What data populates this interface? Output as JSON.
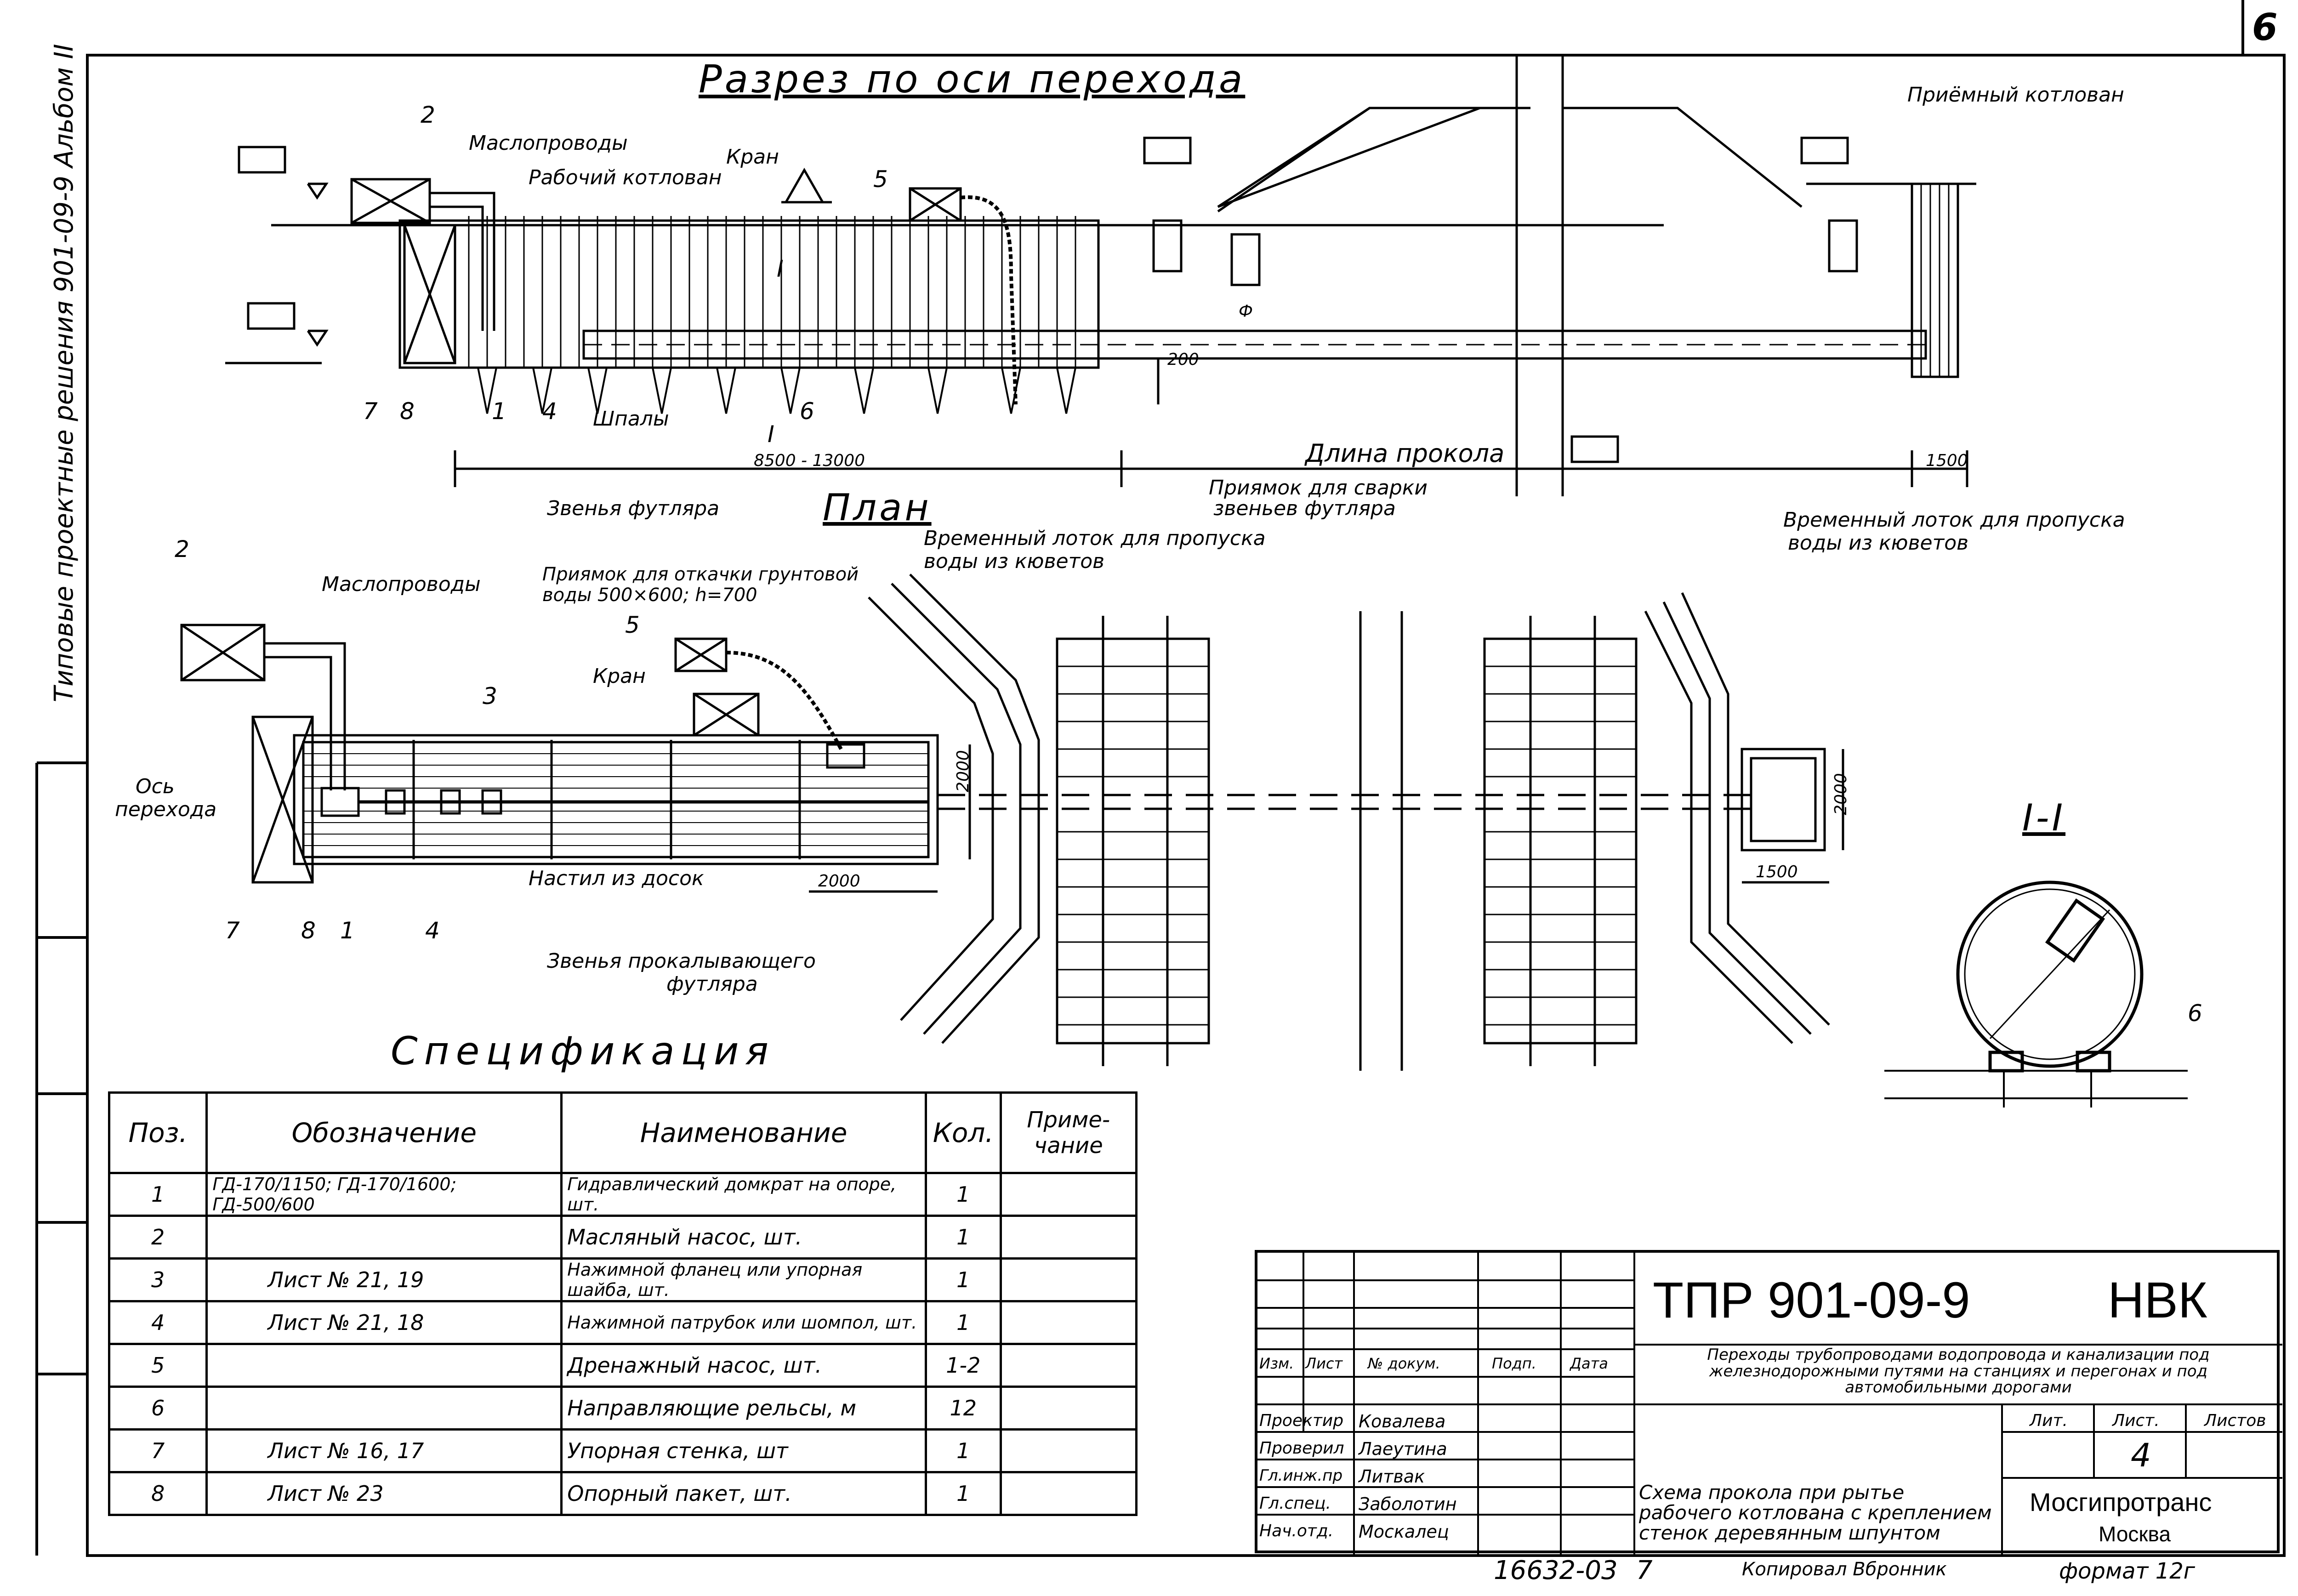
{
  "sheet_corner_number": "6",
  "side_strip": {
    "album_text": "Типовые проектные решения 901-09-9 Альбом II"
  },
  "section": {
    "title": "Разрез по оси перехода",
    "labels": {
      "maslo": "Маслопроводы",
      "work_pit": "Рабочий котлован",
      "kran": "Кран",
      "shpaly": "Шпалы",
      "receive_pit": "Приёмный котлован",
      "length": "Длина прокола",
      "dim_left": "8500 - 13000",
      "dim_right": "1500",
      "dim_200": "200",
      "casing_links": "Звенья футляра",
      "weld_pit_1": "Приямок для сварки",
      "weld_pit_2": "звеньев футляра",
      "phi": "Ф"
    },
    "callouts": [
      "2",
      "5",
      "7",
      "8",
      "1",
      "4",
      "6",
      "I",
      "I"
    ]
  },
  "plan": {
    "title": "План",
    "labels": {
      "tray_left_1": "Временный лоток для пропуска",
      "tray_left_2": "воды из кюветов",
      "tray_right_1": "Временный лоток для пропуска",
      "tray_right_2": "воды из кюветов",
      "maslo": "Маслопроводы",
      "drain_pit_1": "Приямок для откачки грунтовой",
      "drain_pit_2": "воды 500×600; h=700",
      "kran": "Кран",
      "axis_1": "Ось",
      "axis_2": "перехода",
      "deck": "Настил из досок",
      "pierce_links_1": "Звенья прокалывающего",
      "pierce_links_2": "футляра",
      "dim_2000_a": "2000",
      "dim_2000_b": "2000",
      "dim_2000_c": "2000",
      "dim_1500": "1500"
    },
    "callouts": [
      "2",
      "5",
      "3",
      "7",
      "8",
      "1",
      "4"
    ]
  },
  "section_I": {
    "title": "I-I",
    "callout": "6"
  },
  "specification": {
    "title": "Спецификация",
    "headers": [
      "Поз.",
      "Обозначение",
      "Наименование",
      "Кол.",
      "Приме-чание"
    ],
    "rows": [
      [
        "1",
        "ГД-170/1150; ГД-170/1600; ГД-500/600",
        "Гидравлический домкрат на опоре, шт.",
        "1",
        ""
      ],
      [
        "2",
        "",
        "Масляный насос, шт.",
        "1",
        ""
      ],
      [
        "3",
        "Лист № 21, 19",
        "Нажимной фланец или упорная шайба, шт.",
        "1",
        ""
      ],
      [
        "4",
        "Лист № 21, 18",
        "Нажимной патрубок или шомпол, шт.",
        "1",
        ""
      ],
      [
        "5",
        "",
        "Дренажный насос, шт.",
        "1-2",
        ""
      ],
      [
        "6",
        "",
        "Направляющие рельсы, м",
        "12",
        ""
      ],
      [
        "7",
        "Лист № 16, 17",
        "Упорная стенка, шт",
        "1",
        ""
      ],
      [
        "8",
        "Лист № 23",
        "Опорный пакет, шт.",
        "1",
        ""
      ]
    ]
  },
  "title_block": {
    "code": "ТПР 901-09-9",
    "section_code": "НВК",
    "description": "Переходы трубопроводами водопровода и канализации под железнодорожными путями на станциях и перегонах и под автомобильными дорогами",
    "headers": [
      "Изм.",
      "Лист",
      "№ докум.",
      "Подп.",
      "Дата"
    ],
    "staff": [
      {
        "role": "Проектир",
        "name": "Ковалева"
      },
      {
        "role": "Проверил",
        "name": "Лаеутина"
      },
      {
        "role": "Гл.инж.пр",
        "name": "Литвак"
      },
      {
        "role": "Гл.спец.",
        "name": "Заболотин"
      },
      {
        "role": "Нач.отд.",
        "name": "Москалец"
      }
    ],
    "lit_label": "Лит.",
    "sheet_label": "Лист.",
    "sheets_label": "Листов",
    "sheet_number": "4",
    "drawing_name": "Схема прокола при рытье рабочего котлована с креплением стенок деревянным шпунтом",
    "org": "Мосгипротранс",
    "city": "Москва"
  },
  "footer": {
    "inventory": "16632-03",
    "num": "7",
    "copied": "Копировал Вбронник",
    "format": "формат 12г"
  }
}
